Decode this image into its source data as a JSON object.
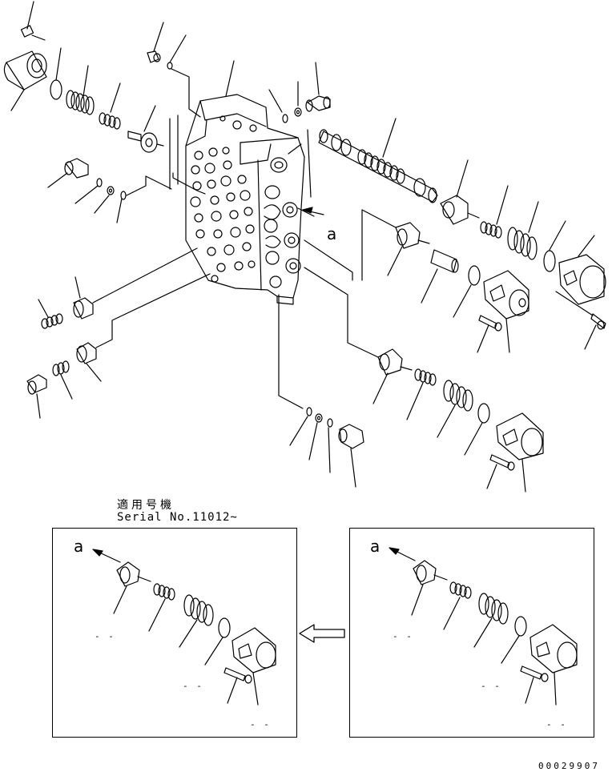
{
  "serial_label_jp": "適用号機",
  "serial_label": "Serial No.11012~",
  "ref_letter": "a",
  "inset_left": {
    "ref": "a",
    "dashes": [
      "- -",
      "- -",
      "- -"
    ]
  },
  "inset_right": {
    "ref": "a",
    "dashes": [
      "- -",
      "- -",
      "- -"
    ]
  },
  "document_number": "00029907"
}
